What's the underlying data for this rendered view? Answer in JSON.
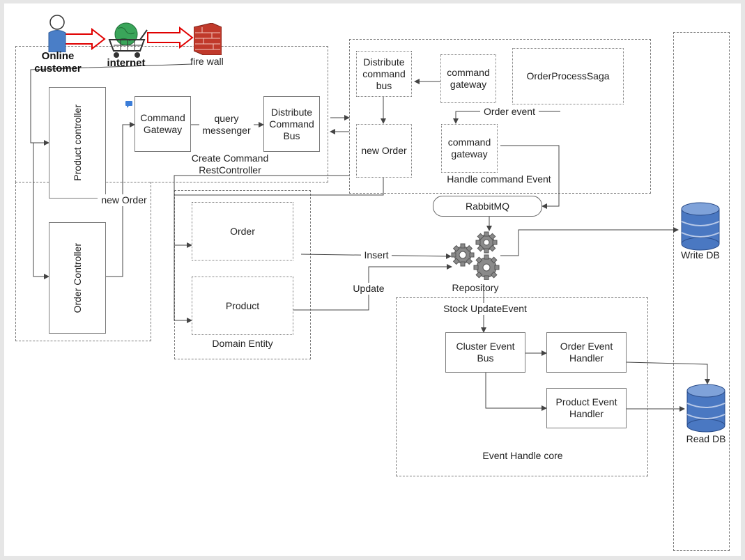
{
  "actors": {
    "customer": "Online customer",
    "internet": "internet",
    "firewall": "fire wall"
  },
  "rest": {
    "product_controller": "Product controller",
    "order_controller": "Order Controller",
    "command_gateway": "Command Gateway",
    "query_messenger": "query messenger",
    "distribute_command_bus": "Distribute Command Bus",
    "caption": "Create Command RestController",
    "new_order_edge": "new Order"
  },
  "handler": {
    "distribute_command_bus": "Distribute command bus",
    "command_gateway_top": "command gateway",
    "order_process_saga": "OrderProcessSaga",
    "order_event": "Order event",
    "new_order": "new Order",
    "command_gateway_bottom": "command gateway",
    "caption": "Handle command Event"
  },
  "middleware": {
    "rabbitmq": "RabbitMQ",
    "repository": "Repository"
  },
  "domain": {
    "order": "Order",
    "product": "Product",
    "caption": "Domain Entity",
    "insert": "Insert",
    "update": "Update"
  },
  "events": {
    "stock_update": "Stock UpdateEvent",
    "cluster_event_bus": "Cluster Event Bus",
    "order_event_handler": "Order Event Handler",
    "product_event_handler": "Product Event Handler",
    "caption": "Event Handle core"
  },
  "storage": {
    "write_db": "Write DB",
    "read_db": "Read DB"
  },
  "colors": {
    "arrow_red": "#e00000",
    "firewall_red": "#c0392b",
    "db_blue": "#4a78c2",
    "globe_green": "#3aa55a",
    "person_blue": "#4a7ec7",
    "gear_gray": "#8a8a8a"
  }
}
